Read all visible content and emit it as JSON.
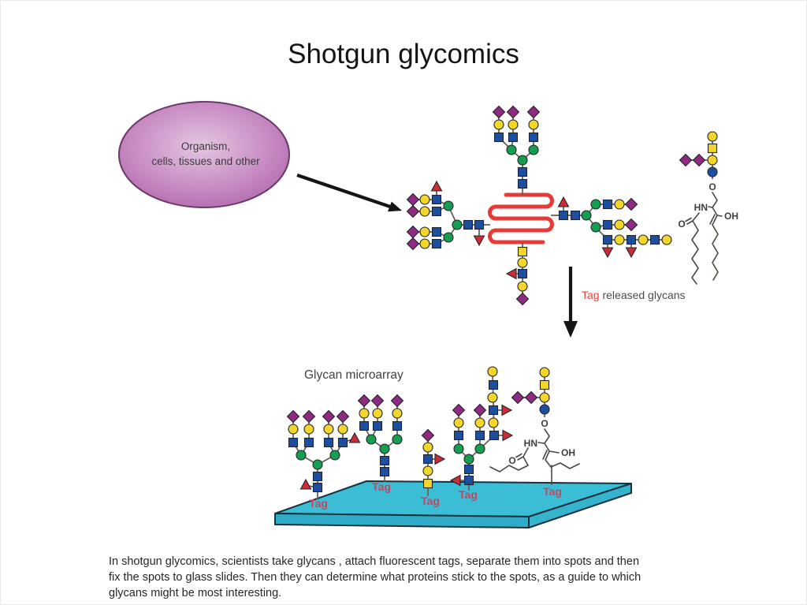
{
  "title": "Shotgun glycomics",
  "ellipse_label": {
    "line1": "Organism,",
    "line2": "cells, tissues and other"
  },
  "labels": {
    "tag_released_tag": "Tag",
    "tag_released_rest": " released glycans",
    "microarray": "Glycan microarray",
    "slide_tags": [
      "Tag",
      "Tag",
      "Tag",
      "Tag",
      "Tag"
    ],
    "chem": {
      "hn": "HN",
      "o": "O",
      "oh": "OH"
    }
  },
  "caption_lines": [
    "In shotgun glycomics, scientists take glycans , attach fluorescent tags, separate them into spots and then",
    "fix the spots to glass slides. Then they can determine what proteins stick to the spots, as a guide to which",
    "glycans might be most interesting."
  ],
  "colors": {
    "purple": "#8e2a80",
    "yellow": "#f2d62a",
    "blue": "#1c4f9f",
    "green": "#169e50",
    "red": "#cc2c35",
    "outline": "#23232a",
    "bond": "#5f5f55",
    "coil": "#e43b38",
    "arrow": "#151515",
    "slide_top": "#3cbdd6",
    "slide_front": "#2fadc8",
    "slide_side": "#36b3cd",
    "slide_outline": "#17323e",
    "tag_on_slide": "#c2485e",
    "tag_released": "#e8453f",
    "ellipse_fill_center": "#e4c6e0",
    "ellipse_fill_edge": "#a95ea6",
    "ellipse_stroke": "#6b3a69"
  },
  "figure": {
    "bonds": [
      [
        632,
        141,
        632,
        173
      ],
      [
        650,
        141,
        650,
        173
      ],
      [
        676,
        141,
        676,
        173
      ],
      [
        632,
        173,
        648,
        189
      ],
      [
        650,
        173,
        648,
        189
      ],
      [
        676,
        173,
        676,
        189
      ],
      [
        648,
        189,
        662,
        202
      ],
      [
        676,
        189,
        662,
        202
      ],
      [
        662,
        202,
        662,
        246
      ],
      [
        523,
        252,
        553,
        252
      ],
      [
        523,
        267,
        553,
        267
      ],
      [
        523,
        293,
        553,
        293
      ],
      [
        523,
        308,
        553,
        308
      ],
      [
        553,
        252,
        553,
        236
      ],
      [
        553,
        252,
        568,
        260
      ],
      [
        553,
        267,
        568,
        260
      ],
      [
        553,
        293,
        568,
        300
      ],
      [
        553,
        308,
        568,
        300
      ],
      [
        568,
        260,
        579,
        284
      ],
      [
        568,
        300,
        579,
        284
      ],
      [
        579,
        284,
        621,
        284
      ],
      [
        607,
        284,
        607,
        300
      ],
      [
        698,
        272,
        743,
        272
      ],
      [
        714,
        272,
        714,
        258
      ],
      [
        743,
        272,
        755,
        258
      ],
      [
        743,
        272,
        755,
        287
      ],
      [
        755,
        258,
        800,
        258
      ],
      [
        755,
        287,
        770,
        284
      ],
      [
        770,
        284,
        800,
        284
      ],
      [
        755,
        287,
        770,
        303
      ],
      [
        770,
        303,
        845,
        303
      ],
      [
        770,
        303,
        770,
        315
      ],
      [
        800,
        303,
        800,
        315
      ],
      [
        662,
        306,
        662,
        378
      ],
      [
        662,
        346,
        651,
        346
      ],
      [
        903,
        172,
        903,
        226
      ],
      [
        903,
        202,
        869,
        202
      ],
      [
        371,
        527,
        371,
        560
      ],
      [
        391,
        527,
        391,
        560
      ],
      [
        416,
        527,
        416,
        560
      ],
      [
        434,
        527,
        434,
        560
      ],
      [
        371,
        560,
        381,
        576
      ],
      [
        391,
        560,
        381,
        576
      ],
      [
        416,
        560,
        424,
        576
      ],
      [
        434,
        560,
        424,
        576
      ],
      [
        434,
        560,
        446,
        556
      ],
      [
        381,
        576,
        402,
        588
      ],
      [
        424,
        576,
        402,
        588
      ],
      [
        402,
        588,
        402,
        632
      ],
      [
        402,
        617,
        390,
        615
      ],
      [
        461,
        507,
        461,
        539
      ],
      [
        478,
        507,
        478,
        539
      ],
      [
        503,
        507,
        503,
        539
      ],
      [
        461,
        539,
        470,
        556
      ],
      [
        478,
        539,
        470,
        556
      ],
      [
        503,
        539,
        503,
        556
      ],
      [
        470,
        556,
        487,
        568
      ],
      [
        503,
        556,
        487,
        568
      ],
      [
        487,
        568,
        487,
        610
      ],
      [
        542,
        551,
        542,
        628
      ],
      [
        542,
        581,
        553,
        581
      ],
      [
        624,
        470,
        626,
        551
      ],
      [
        625,
        519,
        638,
        519
      ],
      [
        626,
        551,
        639,
        551
      ],
      [
        626,
        551,
        608,
        568
      ],
      [
        608,
        519,
        608,
        568
      ],
      [
        581,
        519,
        581,
        568
      ],
      [
        581,
        568,
        594,
        581
      ],
      [
        608,
        568,
        594,
        581
      ],
      [
        594,
        581,
        594,
        621
      ],
      [
        594,
        608,
        581,
        608
      ],
      [
        690,
        471,
        690,
        528
      ],
      [
        690,
        503,
        656,
        503
      ]
    ],
    "nodes": [
      [
        "d",
        632,
        141
      ],
      [
        "d",
        650,
        141
      ],
      [
        "d",
        676,
        141
      ],
      [
        "y",
        632,
        157
      ],
      [
        "y",
        650,
        157
      ],
      [
        "y",
        676,
        157
      ],
      [
        "b",
        632,
        173
      ],
      [
        "b",
        650,
        173
      ],
      [
        "b",
        676,
        173
      ],
      [
        "g",
        648,
        189
      ],
      [
        "g",
        676,
        189
      ],
      [
        "g",
        662,
        202
      ],
      [
        "b",
        662,
        217
      ],
      [
        "b",
        662,
        232
      ],
      [
        "d",
        523,
        252
      ],
      [
        "y",
        538,
        252
      ],
      [
        "b",
        553,
        252
      ],
      [
        "t",
        553,
        236
      ],
      [
        "d",
        523,
        267
      ],
      [
        "y",
        538,
        267
      ],
      [
        "b",
        553,
        267
      ],
      [
        "d",
        523,
        293
      ],
      [
        "y",
        538,
        293
      ],
      [
        "b",
        553,
        293
      ],
      [
        "d",
        523,
        308
      ],
      [
        "y",
        538,
        308
      ],
      [
        "b",
        553,
        308
      ],
      [
        "g",
        568,
        260
      ],
      [
        "g",
        568,
        300
      ],
      [
        "g",
        579,
        284
      ],
      [
        "b",
        593,
        284
      ],
      [
        "b",
        607,
        284
      ],
      [
        "td",
        607,
        303
      ],
      [
        "b",
        714,
        272
      ],
      [
        "t",
        714,
        256
      ],
      [
        "b",
        729,
        272
      ],
      [
        "g",
        743,
        272
      ],
      [
        "g",
        755,
        258
      ],
      [
        "b",
        770,
        258
      ],
      [
        "y",
        785,
        258
      ],
      [
        "d",
        800,
        258
      ],
      [
        "g",
        755,
        287
      ],
      [
        "b",
        770,
        284
      ],
      [
        "y",
        785,
        284
      ],
      [
        "d",
        800,
        284
      ],
      [
        "b",
        770,
        303
      ],
      [
        "y",
        785,
        303
      ],
      [
        "b",
        800,
        303
      ],
      [
        "y",
        815,
        303
      ],
      [
        "b",
        830,
        303
      ],
      [
        "y",
        845,
        303
      ],
      [
        "td",
        770,
        318
      ],
      [
        "td",
        800,
        318
      ],
      [
        "ys",
        662,
        318
      ],
      [
        "y",
        662,
        332
      ],
      [
        "b",
        662,
        346
      ],
      [
        "tl",
        649,
        346
      ],
      [
        "y",
        662,
        362
      ],
      [
        "d",
        662,
        378
      ],
      [
        "y",
        903,
        172
      ],
      [
        "ys",
        903,
        187
      ],
      [
        "y",
        903,
        202
      ],
      [
        "d",
        886,
        202
      ],
      [
        "d",
        869,
        202
      ],
      [
        "bc",
        903,
        217
      ],
      [
        "d",
        371,
        527
      ],
      [
        "d",
        391,
        527
      ],
      [
        "d",
        416,
        527
      ],
      [
        "d",
        434,
        527
      ],
      [
        "y",
        371,
        543
      ],
      [
        "y",
        391,
        543
      ],
      [
        "y",
        416,
        543
      ],
      [
        "y",
        434,
        543
      ],
      [
        "b",
        371,
        560
      ],
      [
        "b",
        391,
        560
      ],
      [
        "b",
        416,
        560
      ],
      [
        "b",
        434,
        560
      ],
      [
        "t",
        449,
        555
      ],
      [
        "g",
        381,
        576
      ],
      [
        "g",
        424,
        576
      ],
      [
        "g",
        402,
        588
      ],
      [
        "b",
        402,
        603
      ],
      [
        "b",
        402,
        617
      ],
      [
        "t",
        387,
        614
      ],
      [
        "d",
        461,
        507
      ],
      [
        "d",
        478,
        507
      ],
      [
        "d",
        503,
        507
      ],
      [
        "y",
        461,
        523
      ],
      [
        "y",
        478,
        523
      ],
      [
        "y",
        503,
        523
      ],
      [
        "b",
        461,
        539
      ],
      [
        "b",
        478,
        539
      ],
      [
        "b",
        503,
        539
      ],
      [
        "g",
        470,
        556
      ],
      [
        "g",
        503,
        556
      ],
      [
        "g",
        487,
        568
      ],
      [
        "b",
        487,
        583
      ],
      [
        "b",
        487,
        597
      ],
      [
        "d",
        542,
        551
      ],
      [
        "y",
        542,
        566
      ],
      [
        "b",
        542,
        581
      ],
      [
        "tr",
        556,
        581
      ],
      [
        "y",
        542,
        596
      ],
      [
        "ys",
        542,
        612
      ],
      [
        "y",
        624,
        470
      ],
      [
        "b",
        625,
        487
      ],
      [
        "y",
        624,
        503
      ],
      [
        "b",
        625,
        519
      ],
      [
        "tr",
        641,
        519
      ],
      [
        "y",
        625,
        535
      ],
      [
        "b",
        626,
        551
      ],
      [
        "tr",
        642,
        551
      ],
      [
        "d",
        608,
        519
      ],
      [
        "y",
        608,
        535
      ],
      [
        "b",
        608,
        551
      ],
      [
        "g",
        608,
        568
      ],
      [
        "d",
        581,
        519
      ],
      [
        "y",
        581,
        535
      ],
      [
        "b",
        581,
        551
      ],
      [
        "g",
        581,
        568
      ],
      [
        "g",
        594,
        581
      ],
      [
        "b",
        594,
        594
      ],
      [
        "b",
        594,
        608
      ],
      [
        "tl",
        578,
        608
      ],
      [
        "y",
        690,
        471
      ],
      [
        "ys",
        690,
        487
      ],
      [
        "y",
        690,
        503
      ],
      [
        "d",
        673,
        503
      ],
      [
        "d",
        656,
        503
      ],
      [
        "bc",
        690,
        518
      ]
    ]
  }
}
